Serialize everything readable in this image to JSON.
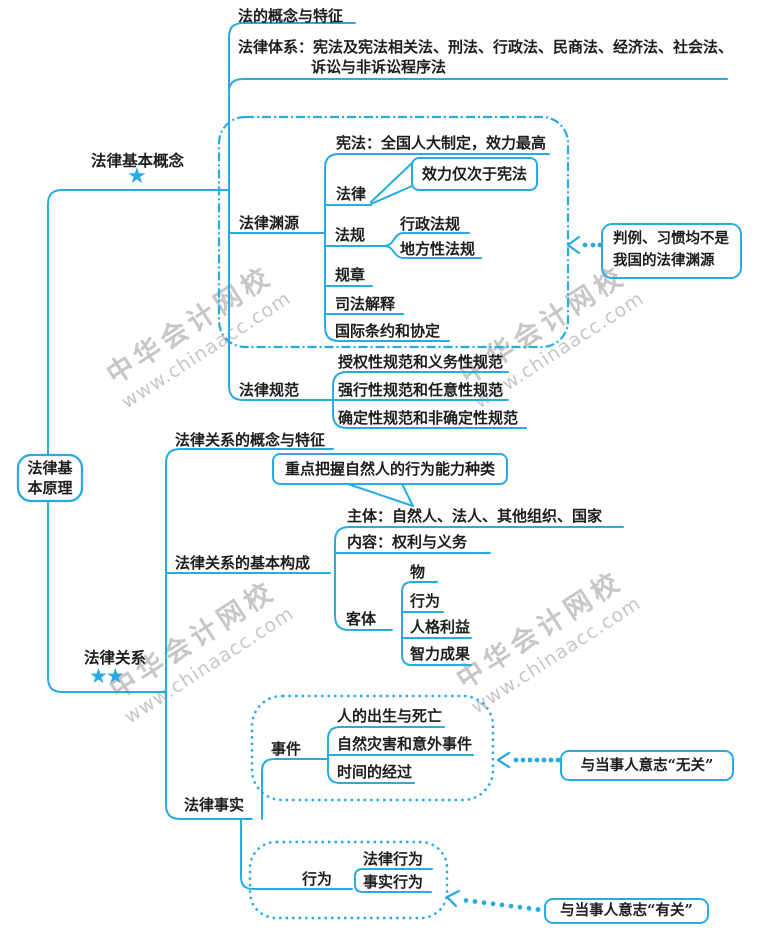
{
  "colors": {
    "accent": "#29abe2",
    "text": "#1d1d1d",
    "watermark": "#c7c7c7"
  },
  "watermark": {
    "title": "中华会计网校",
    "url": "www.chinaacc.com"
  },
  "root": {
    "line1": "法律基",
    "line2": "本原理",
    "full": "法律基本原理"
  },
  "branch_concepts": {
    "label": "法律基本概念",
    "stars": "★",
    "concept_feature": "法的概念与特征",
    "system_line1": "法律体系：宪法及宪法相关法、刑法、行政法、民商法、经济法、社会法、",
    "system_line2": "诉讼与非诉讼程序法",
    "sources": {
      "label": "法律渊源",
      "constitution": "宪法：全国人大制定，效力最高",
      "law": "法律",
      "law_note": "效力仅次于宪法",
      "regulations": "法规",
      "admin_regulation": "行政法规",
      "local_regulation": "地方性法规",
      "rules": "规章",
      "judicial_interpretation": "司法解释",
      "treaties": "国际条约和协定",
      "callout_line1": "判例、习惯均不是",
      "callout_line2": "我国的法律渊源"
    },
    "norms": {
      "label": "法律规范",
      "item1": "授权性规范和义务性规范",
      "item2": "强行性规范和任意性规范",
      "item3": "确定性规范和非确定性规范"
    }
  },
  "branch_relations": {
    "label": "法律关系",
    "stars": "★★",
    "concept": "法律关系的概念与特征",
    "callout": "重点把握自然人的行为能力种类",
    "structure": {
      "label": "法律关系的基本构成",
      "subject": "主体：自然人、法人、其他组织、国家",
      "content": "内容：权利与义务",
      "object": {
        "label": "客体",
        "item1": "物",
        "item2": "行为",
        "item3": "人格利益",
        "item4": "智力成果"
      }
    },
    "facts": {
      "label": "法律事实",
      "events": {
        "label": "事件",
        "item1": "人的出生与死亡",
        "item2": "自然灾害和意外事件",
        "item3": "时间的经过",
        "callout": "与当事人意志“无关”"
      },
      "acts": {
        "label": "行为",
        "item1": "法律行为",
        "item2": "事实行为",
        "callout": "与当事人意志“有关”"
      }
    }
  }
}
